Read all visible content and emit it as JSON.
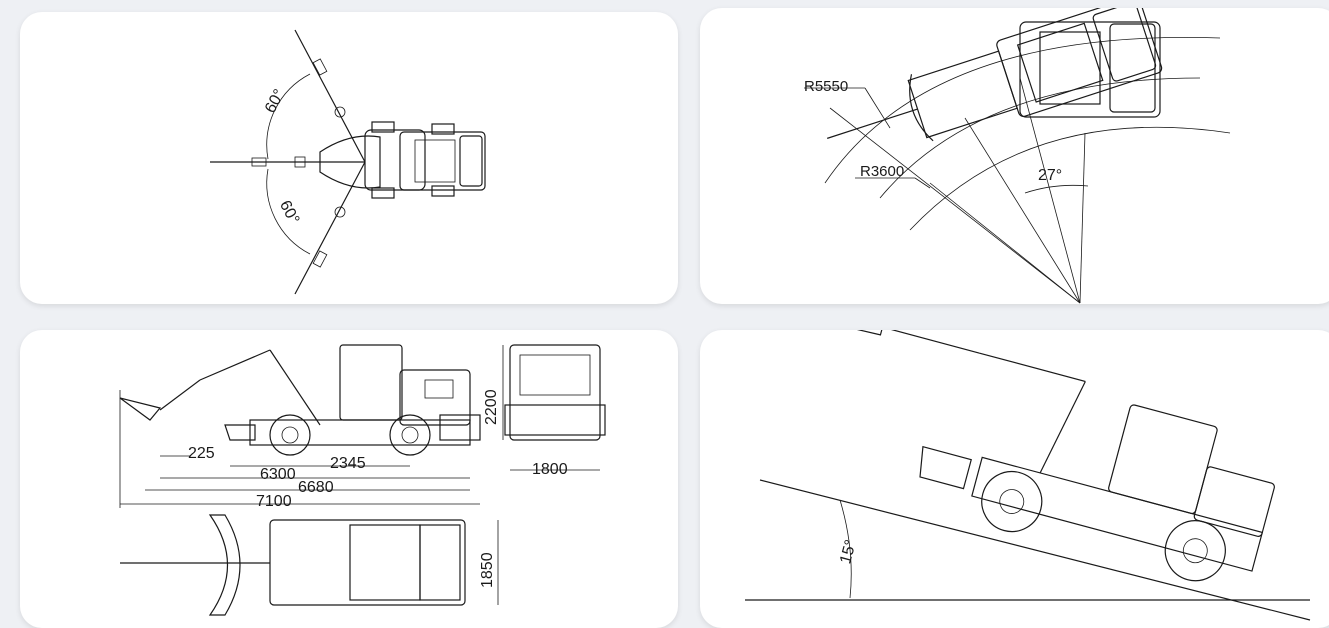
{
  "panels": {
    "top_view_swing": {
      "angle_upper": "60°",
      "angle_lower": "60°"
    },
    "turning_radius": {
      "outer_radius": "R5550",
      "inner_radius": "R3600",
      "steer_angle": "27°"
    },
    "dimensions": {
      "overhang": "225",
      "wheelbase": "2345",
      "length_a": "6300",
      "length_b": "6680",
      "length_total": "7100",
      "height": "2200",
      "width_front": "1800",
      "width_top": "1850"
    },
    "slope": {
      "grade_angle": "15°"
    }
  }
}
